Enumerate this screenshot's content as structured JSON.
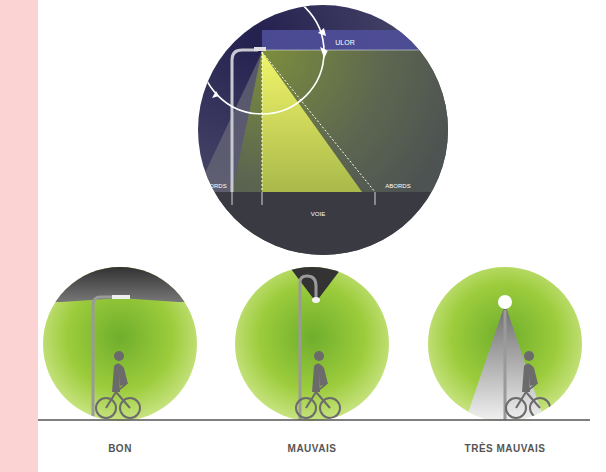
{
  "diagram": {
    "labels": [
      "ULOR",
      "ABORDS",
      "VOIE",
      "ABORDS",
      "BON",
      "MAUVAIS",
      "TRÈS MAUVAIS"
    ]
  }
}
